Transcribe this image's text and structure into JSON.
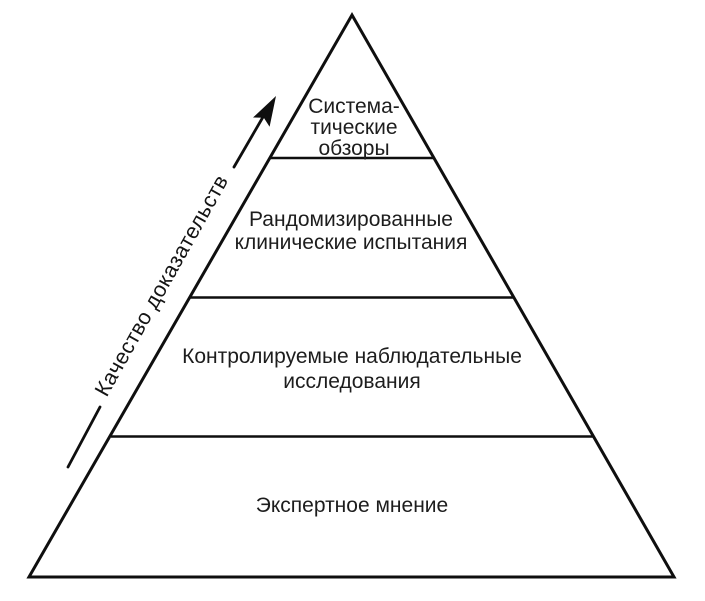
{
  "diagram": {
    "type": "pyramid",
    "axis_label": "Качество доказательств",
    "tiers": [
      {
        "id": "systematic-reviews",
        "lines": [
          "Система-",
          "тические",
          "обзоры"
        ]
      },
      {
        "id": "randomized-clinical-trials",
        "lines": [
          "Рандомизированные",
          "клинические испытания"
        ]
      },
      {
        "id": "controlled-observational-studies",
        "lines": [
          "Контролируемые наблюдательные",
          "исследования"
        ]
      },
      {
        "id": "expert-opinion",
        "lines": [
          "Экспертное мнение"
        ]
      }
    ],
    "colors": {
      "line": "#0f0f0f",
      "text": "#1d1d1d",
      "background": "#ffffff"
    }
  }
}
